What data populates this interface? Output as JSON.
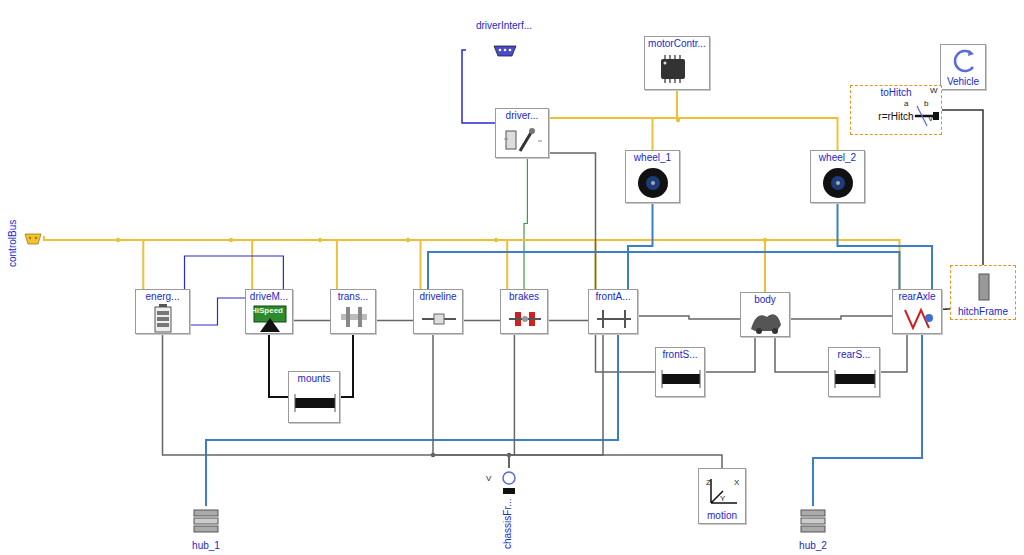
{
  "diagram": {
    "nodes": [
      {
        "text": [
          "driverInterf..."
        ]
      },
      {
        "text": [
          "motorContr..."
        ]
      },
      {
        "text": [
          "Vehicle"
        ]
      },
      {
        "text": [
          "toHitch",
          "r=rHitch"
        ]
      },
      {
        "text": [
          "driver..."
        ]
      },
      {
        "text": [
          "wheel_1"
        ]
      },
      {
        "text": [
          "wheel_2"
        ]
      },
      {
        "text": [
          "controlBus"
        ]
      },
      {
        "text": [
          "energ..."
        ]
      },
      {
        "text": [
          "driveM..."
        ]
      },
      {
        "text": [
          "trans..."
        ]
      },
      {
        "text": [
          "driveline"
        ]
      },
      {
        "text": [
          "brakes"
        ]
      },
      {
        "text": [
          "frontA..."
        ]
      },
      {
        "text": [
          "body"
        ]
      },
      {
        "text": [
          "rearAxle"
        ]
      },
      {
        "text": [
          "hitchFrame"
        ]
      },
      {
        "text": [
          "frontS..."
        ]
      },
      {
        "text": [
          "rearS..."
        ]
      },
      {
        "text": [
          "mounts"
        ]
      },
      {
        "text": [
          "chassisFr..."
        ]
      },
      {
        "text": [
          "motion"
        ]
      },
      {
        "text": [
          "hub_1"
        ]
      },
      {
        "text": [
          "hub_2"
        ]
      }
    ],
    "edges": [
      {
        "from": 9,
        "to": 10,
        "arrow": "none"
      },
      {
        "from": 10,
        "to": 11,
        "arrow": "none"
      },
      {
        "from": 11,
        "to": 12,
        "arrow": "none"
      },
      {
        "from": 12,
        "to": 13,
        "arrow": "none"
      },
      {
        "from": 13,
        "to": 14,
        "arrow": "none"
      },
      {
        "from": 14,
        "to": 15,
        "arrow": "none"
      },
      {
        "from": 9,
        "to": 19,
        "arrow": "none"
      },
      {
        "from": 10,
        "to": 19,
        "arrow": "none"
      },
      {
        "from": 13,
        "to": 17,
        "arrow": "none"
      },
      {
        "from": 17,
        "to": 14,
        "arrow": "none"
      },
      {
        "from": 14,
        "to": 18,
        "arrow": "none"
      },
      {
        "from": 18,
        "to": 15,
        "arrow": "none"
      },
      {
        "from": 4,
        "to": 0,
        "arrow": "none"
      },
      {
        "from": 4,
        "to": 12,
        "arrow": "none"
      },
      {
        "from": 7,
        "to": 8,
        "arrow": "none"
      },
      {
        "from": 7,
        "to": 9,
        "arrow": "none"
      },
      {
        "from": 7,
        "to": 10,
        "arrow": "none"
      },
      {
        "from": 7,
        "to": 11,
        "arrow": "none"
      },
      {
        "from": 7,
        "to": 12,
        "arrow": "none"
      },
      {
        "from": 7,
        "to": 13,
        "arrow": "none"
      },
      {
        "from": 7,
        "to": 14,
        "arrow": "none"
      },
      {
        "from": 7,
        "to": 15,
        "arrow": "none"
      },
      {
        "from": 1,
        "to": 4,
        "arrow": "none"
      },
      {
        "from": 4,
        "to": 5,
        "arrow": "none"
      },
      {
        "from": 4,
        "to": 6,
        "arrow": "none"
      },
      {
        "from": 5,
        "to": 13,
        "arrow": "none"
      },
      {
        "from": 6,
        "to": 15,
        "arrow": "none"
      },
      {
        "from": 22,
        "to": 13,
        "arrow": "none"
      },
      {
        "from": 23,
        "to": 15,
        "arrow": "none"
      },
      {
        "from": 20,
        "to": 8,
        "arrow": "none"
      },
      {
        "from": 20,
        "to": 11,
        "arrow": "none"
      },
      {
        "from": 20,
        "to": 12,
        "arrow": "none"
      },
      {
        "from": 20,
        "to": 13,
        "arrow": "none"
      },
      {
        "from": 20,
        "to": 21,
        "arrow": "none"
      },
      {
        "from": 3,
        "to": 16,
        "arrow": "none"
      },
      {
        "from": 15,
        "to": 16,
        "arrow": "none"
      },
      {
        "from": 4,
        "to": 13,
        "arrow": "none"
      },
      {
        "from": 11,
        "to": 15,
        "arrow": "none"
      },
      {
        "from": 8,
        "to": 9,
        "arrow": "none"
      },
      {
        "from": 8,
        "to": 9,
        "arrow": "none"
      }
    ],
    "labels": [
      "HiSpeed",
      "a",
      "b",
      "W",
      "V",
      "V",
      "Z",
      "X",
      "Y"
    ]
  }
}
